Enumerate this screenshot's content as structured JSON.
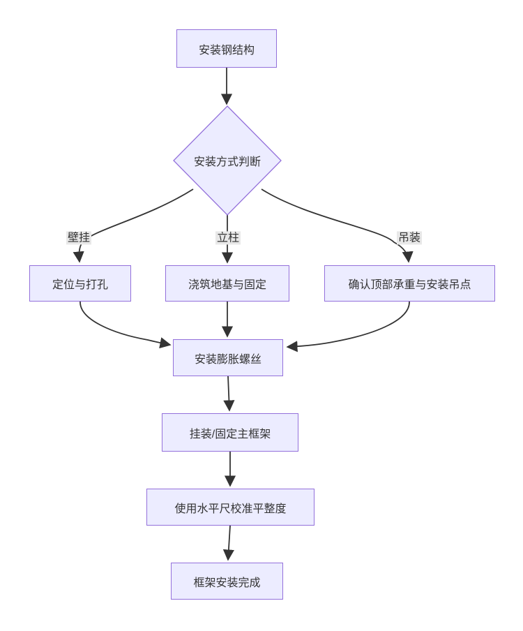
{
  "diagram": {
    "type": "flowchart",
    "direction": "top-down",
    "colors": {
      "background": "#ffffff",
      "node_fill": "#ECECFF",
      "node_border": "#9370DB",
      "edge_color": "#333333",
      "text_color": "#333333",
      "edge_label_bg": "#e8e8e8"
    },
    "nodes": {
      "install_steel": {
        "label": "安装钢结构",
        "shape": "rect"
      },
      "method_decision": {
        "label": "安装方式判断",
        "shape": "diamond"
      },
      "locate_drill": {
        "label": "定位与打孔",
        "shape": "rect"
      },
      "pour_foundation": {
        "label": "浇筑地基与固定",
        "shape": "rect"
      },
      "confirm_load": {
        "label": "确认顶部承重与安装吊点",
        "shape": "rect"
      },
      "expansion_bolts": {
        "label": "安装膨胀螺丝",
        "shape": "rect"
      },
      "mount_frame": {
        "label": "挂装/固定主框架",
        "shape": "rect"
      },
      "level_check": {
        "label": "使用水平尺校准平整度",
        "shape": "rect"
      },
      "frame_done": {
        "label": "框架安装完成",
        "shape": "rect"
      }
    },
    "edge_labels": {
      "wall_mount": "壁挂",
      "column": "立柱",
      "hoist": "吊装"
    },
    "edges": [
      {
        "from": "install_steel",
        "to": "method_decision",
        "label": ""
      },
      {
        "from": "method_decision",
        "to": "locate_drill",
        "label": "壁挂"
      },
      {
        "from": "method_decision",
        "to": "pour_foundation",
        "label": "立柱"
      },
      {
        "from": "method_decision",
        "to": "confirm_load",
        "label": "吊装"
      },
      {
        "from": "locate_drill",
        "to": "expansion_bolts",
        "label": ""
      },
      {
        "from": "pour_foundation",
        "to": "expansion_bolts",
        "label": ""
      },
      {
        "from": "confirm_load",
        "to": "expansion_bolts",
        "label": ""
      },
      {
        "from": "expansion_bolts",
        "to": "mount_frame",
        "label": ""
      },
      {
        "from": "mount_frame",
        "to": "level_check",
        "label": ""
      },
      {
        "from": "level_check",
        "to": "frame_done",
        "label": ""
      }
    ]
  }
}
